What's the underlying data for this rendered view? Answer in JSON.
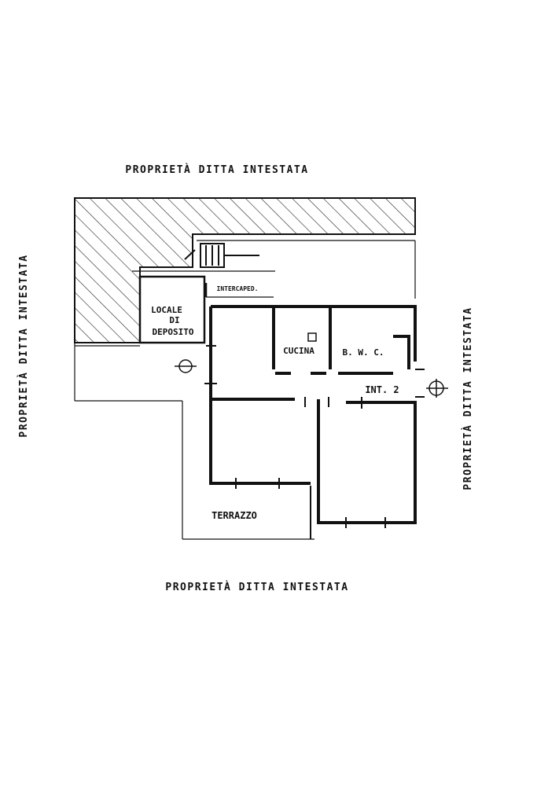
{
  "boundary_labels": {
    "top": "PROPRIETÀ  DITTA  INTESTATA",
    "bottom": "PROPRIETÀ  DITTA  INTESTATA",
    "left": "PROPRIETÀ  DITTA  INTESTATA",
    "right": "PROPRIETÀ  DITTA  INTESTATA"
  },
  "rooms": {
    "locale_line1": "LOCALE",
    "locale_line2": "DI",
    "locale_line3": "DEPOSITO",
    "intercapedine": "INTERCAPED.",
    "cucina": "CUCINA",
    "bagno": "B. W. C.",
    "interno": "INT. 2",
    "terrazzo": "TERRAZZO"
  }
}
